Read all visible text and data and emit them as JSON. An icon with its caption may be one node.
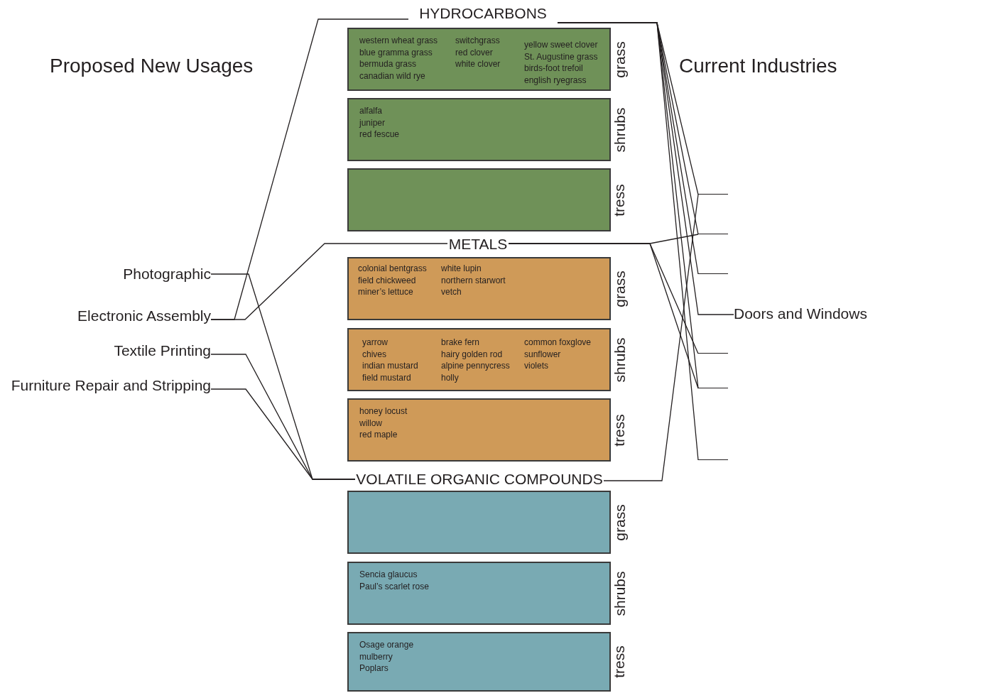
{
  "diagram": {
    "nodes": [
      {
        "text": [
          "HYDROCARBONS"
        ]
      },
      {
        "text": [
          "western wheat grass",
          "blue gramma grass",
          "bermuda grass",
          "canadian wild rye",
          "switchgrass",
          "red clover",
          "white clover",
          "yellow sweet clover",
          "St. Augustine grass",
          "birds-foot trefoil",
          "english ryegrass"
        ],
        "beside": [
          "grass"
        ]
      },
      {
        "text": [
          "alfalfa",
          "juniper",
          "red fescue"
        ],
        "beside": [
          "shrubs"
        ]
      },
      {
        "text": [],
        "shape": "box",
        "beside": [
          "tress"
        ]
      },
      {
        "text": [
          "METALS"
        ]
      },
      {
        "text": [
          "colonial bentgrass",
          "field chickweed",
          "miner’s lettuce",
          "white lupin",
          "northern starwort",
          "vetch"
        ],
        "beside": [
          "grass"
        ]
      },
      {
        "text": [
          "yarrow",
          "chives",
          "indian mustard",
          "field mustard",
          "brake fern",
          "hairy golden rod",
          "alpine pennycress",
          "holly",
          "common foxglove",
          "sunflower",
          "violets"
        ],
        "beside": [
          "shrubs"
        ]
      },
      {
        "text": [
          "honey locust",
          "willow",
          "red maple"
        ],
        "beside": [
          "tress"
        ]
      },
      {
        "text": [
          "VOLATILE ORGANIC COMPOUNDS"
        ]
      },
      {
        "text": [],
        "shape": "box",
        "beside": [
          "grass"
        ]
      },
      {
        "text": [
          "Sencia glaucus",
          "Paul’s scarlet rose"
        ],
        "beside": [
          "shrubs"
        ]
      },
      {
        "text": [
          "Osage orange",
          "mulberry",
          "Poplars"
        ],
        "beside": [
          "tress"
        ]
      },
      {
        "text": [
          "Photographic"
        ]
      },
      {
        "text": [
          "Electronic Assembly"
        ]
      },
      {
        "text": [
          "Textile Printing"
        ]
      },
      {
        "text": [
          "Furniture Repair and Stripping"
        ]
      },
      {
        "text": [],
        "shape": "bar"
      },
      {
        "text": [],
        "shape": "bar"
      },
      {
        "text": [],
        "shape": "bar"
      },
      {
        "text": [
          "Doors and Windows"
        ]
      },
      {
        "text": [],
        "shape": "bar"
      },
      {
        "text": [],
        "shape": "bar"
      },
      {
        "text": [],
        "shape": "bar"
      }
    ],
    "edges": [
      {
        "from": 13,
        "to": 0,
        "arrow": "none"
      },
      {
        "from": 13,
        "to": 4,
        "arrow": "none"
      },
      {
        "from": 12,
        "to": 8,
        "arrow": "none"
      },
      {
        "from": 14,
        "to": 8,
        "arrow": "none"
      },
      {
        "from": 15,
        "to": 8,
        "arrow": "none"
      },
      {
        "from": 0,
        "to": 16,
        "arrow": "none"
      },
      {
        "from": 0,
        "to": 17,
        "arrow": "none"
      },
      {
        "from": 0,
        "to": 18,
        "arrow": "none"
      },
      {
        "from": 0,
        "to": 19,
        "arrow": "none"
      },
      {
        "from": 0,
        "to": 21,
        "arrow": "none"
      },
      {
        "from": 0,
        "to": 22,
        "arrow": "none"
      },
      {
        "from": 4,
        "to": 17,
        "arrow": "none"
      },
      {
        "from": 4,
        "to": 20,
        "arrow": "none"
      },
      {
        "from": 4,
        "to": 21,
        "arrow": "none"
      },
      {
        "from": 8,
        "to": 16,
        "arrow": "none"
      }
    ],
    "labels": [
      "Proposed New Usages",
      "Current Industries"
    ]
  }
}
